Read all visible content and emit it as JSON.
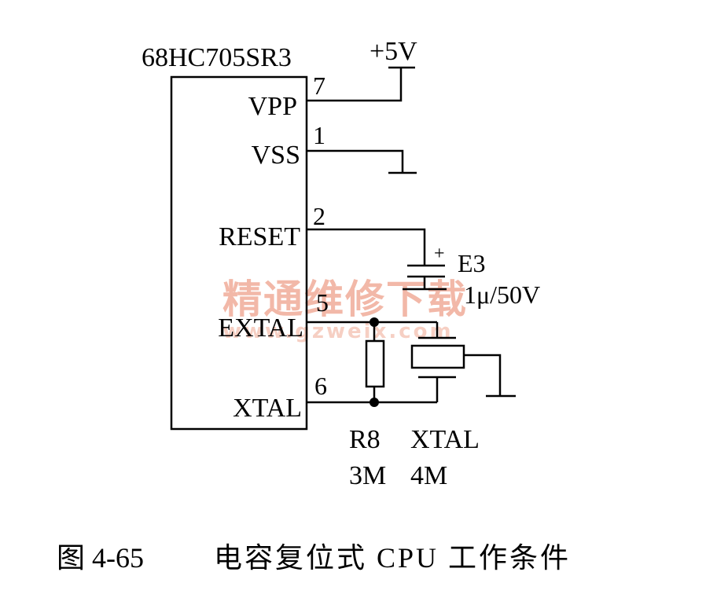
{
  "chip": {
    "part": "68HC705SR3",
    "pins": [
      {
        "name": "VPP",
        "number": "7"
      },
      {
        "name": "VSS",
        "number": "1"
      },
      {
        "name": "RESET",
        "number": "2"
      },
      {
        "name": "EXTAL",
        "number": "5"
      },
      {
        "name": "XTAL",
        "number": "6"
      }
    ]
  },
  "supply": {
    "label": "+5V"
  },
  "capacitor": {
    "ref": "E3",
    "value": "1μ/50V",
    "polarity": "+"
  },
  "resistor": {
    "ref": "R8",
    "value": "3M"
  },
  "crystal": {
    "ref": "XTAL",
    "value": "4M"
  },
  "watermark": {
    "line1": "精通维修下载",
    "line2": "www.gzweix.com"
  },
  "caption": {
    "figure": "图 4-65",
    "title": "电容复位式 CPU 工作条件"
  }
}
